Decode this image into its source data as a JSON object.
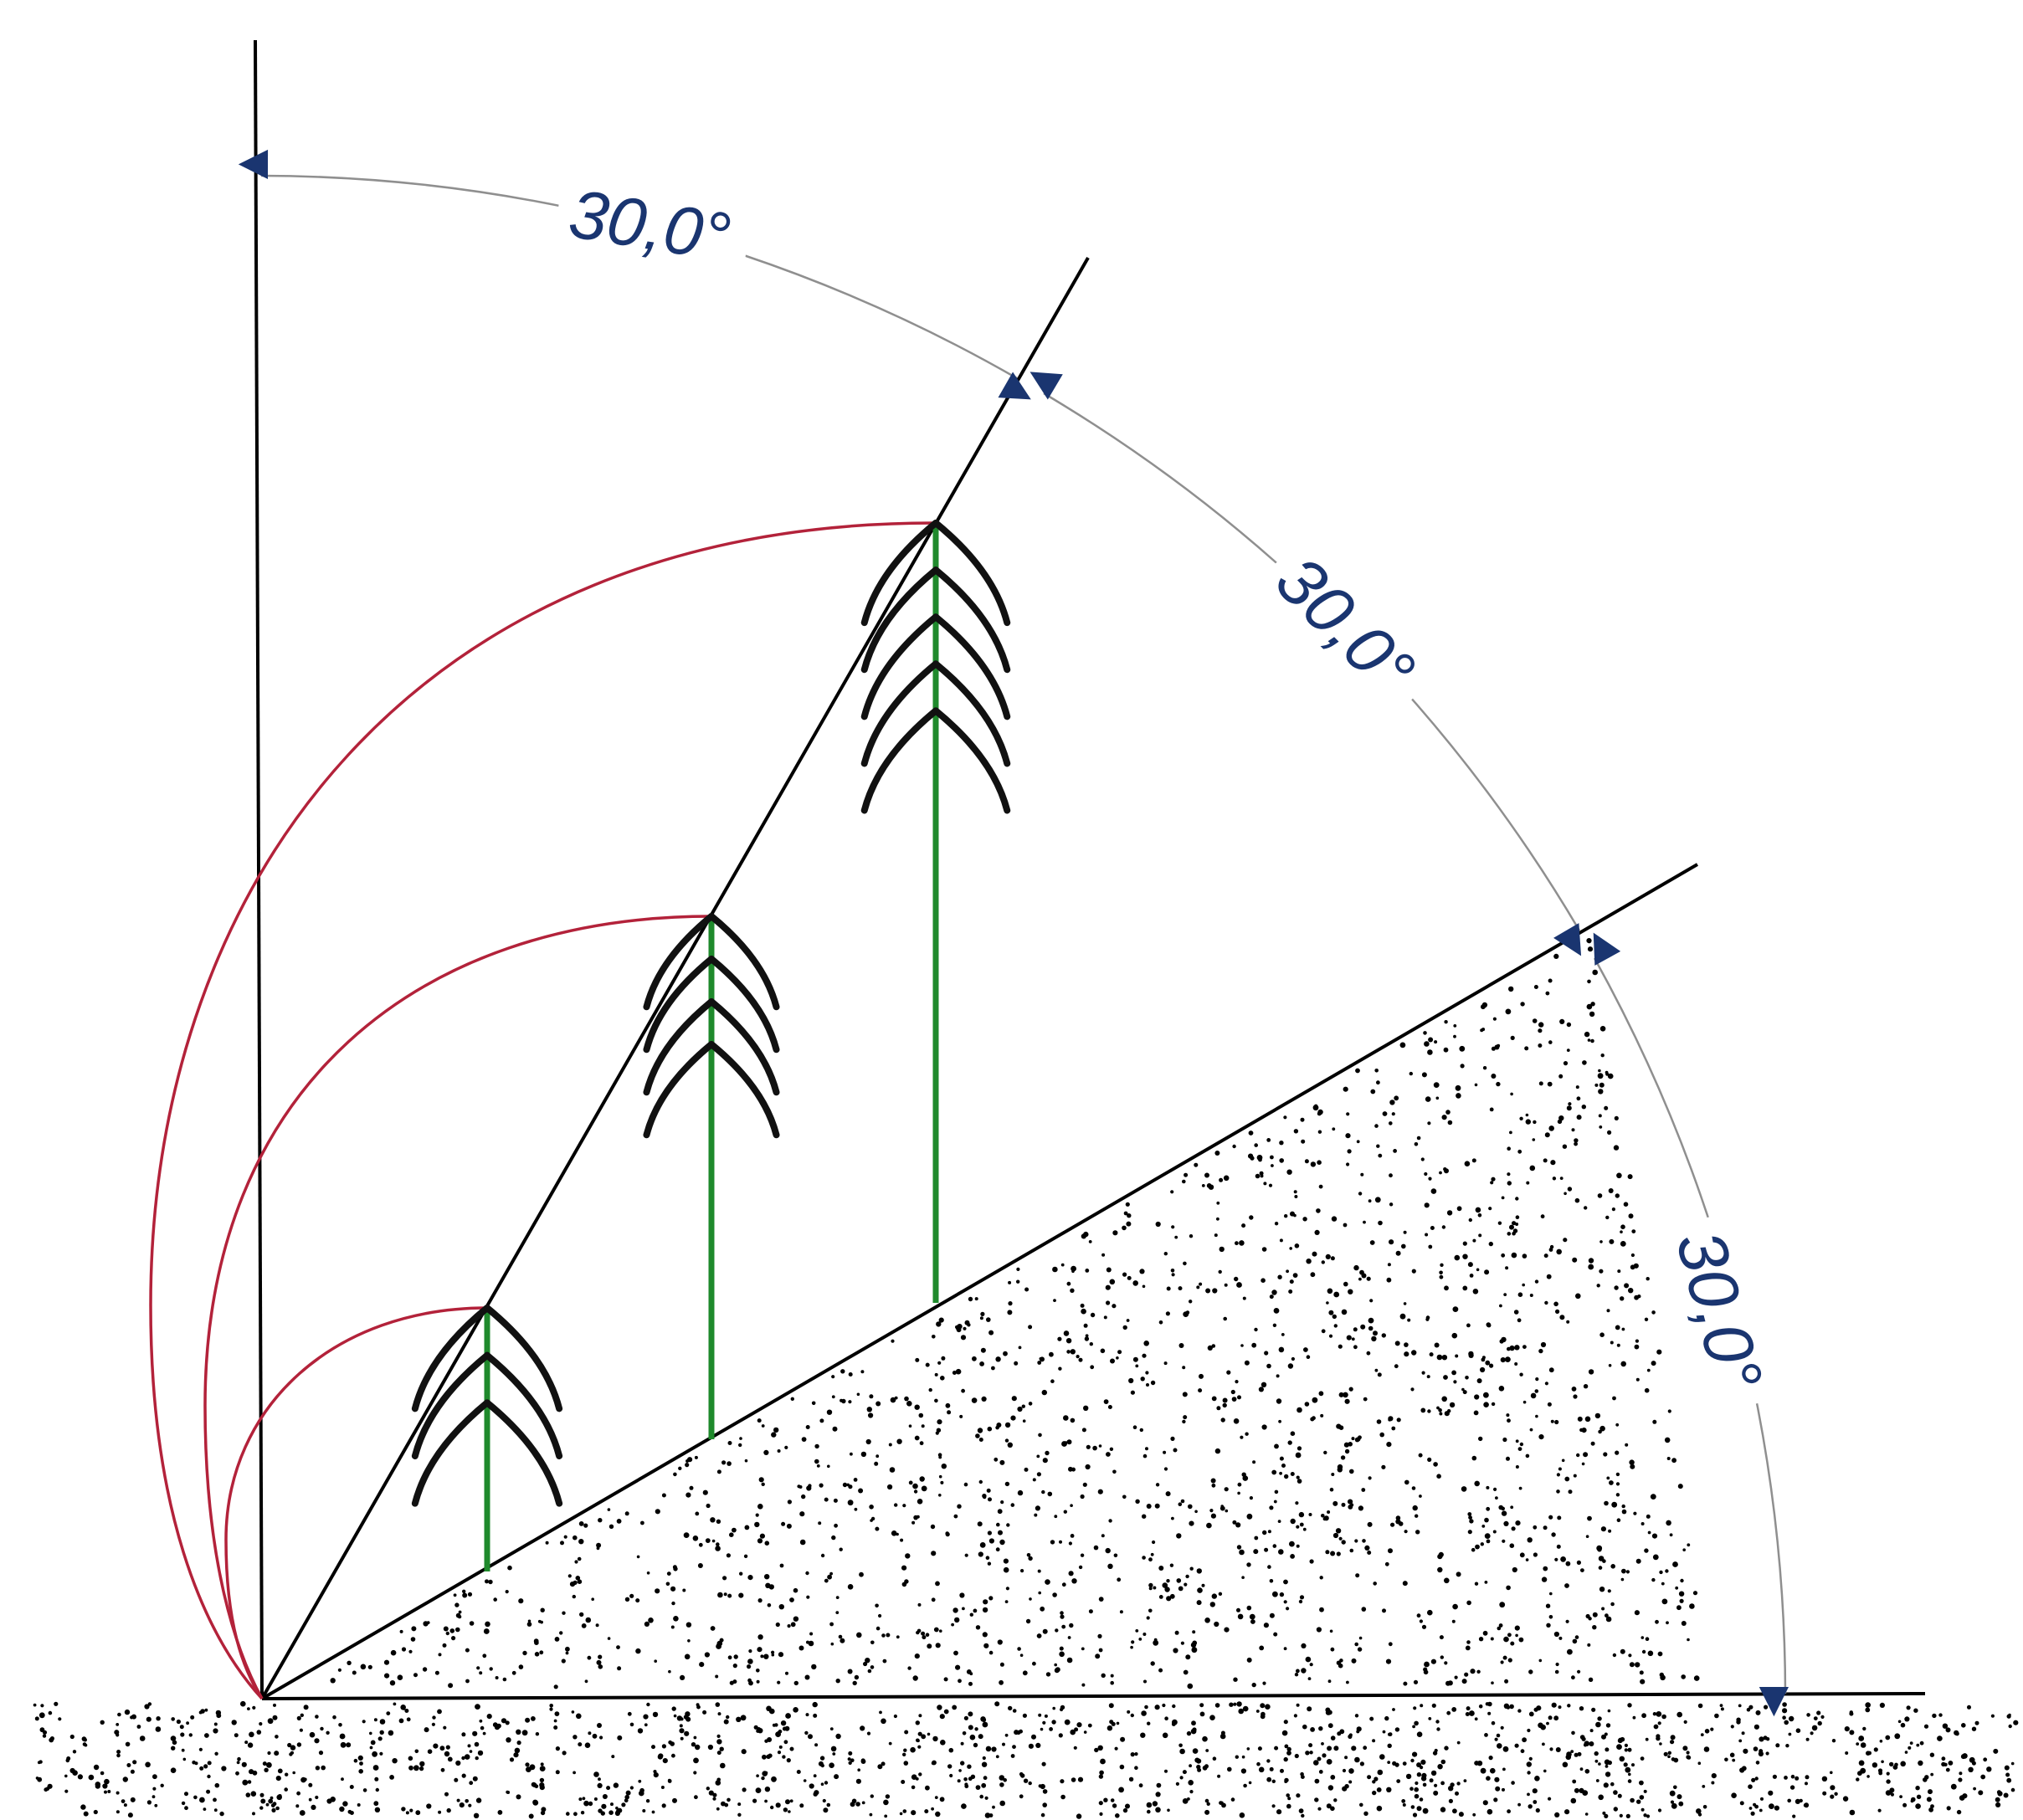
{
  "angle_labels": {
    "top": "30,0°",
    "middle": "30,0°",
    "bottom": "30,0°"
  },
  "angles_deg": [
    30,
    30,
    30
  ],
  "colors": {
    "line": "#000000",
    "dimension": "#1a3570",
    "dimension_arc": "#8f8f8f",
    "swing_arc": "#b3223a",
    "trunk": "#1f8a2c",
    "branch": "#111111",
    "dots": "#000000"
  },
  "trees_count": 3
}
